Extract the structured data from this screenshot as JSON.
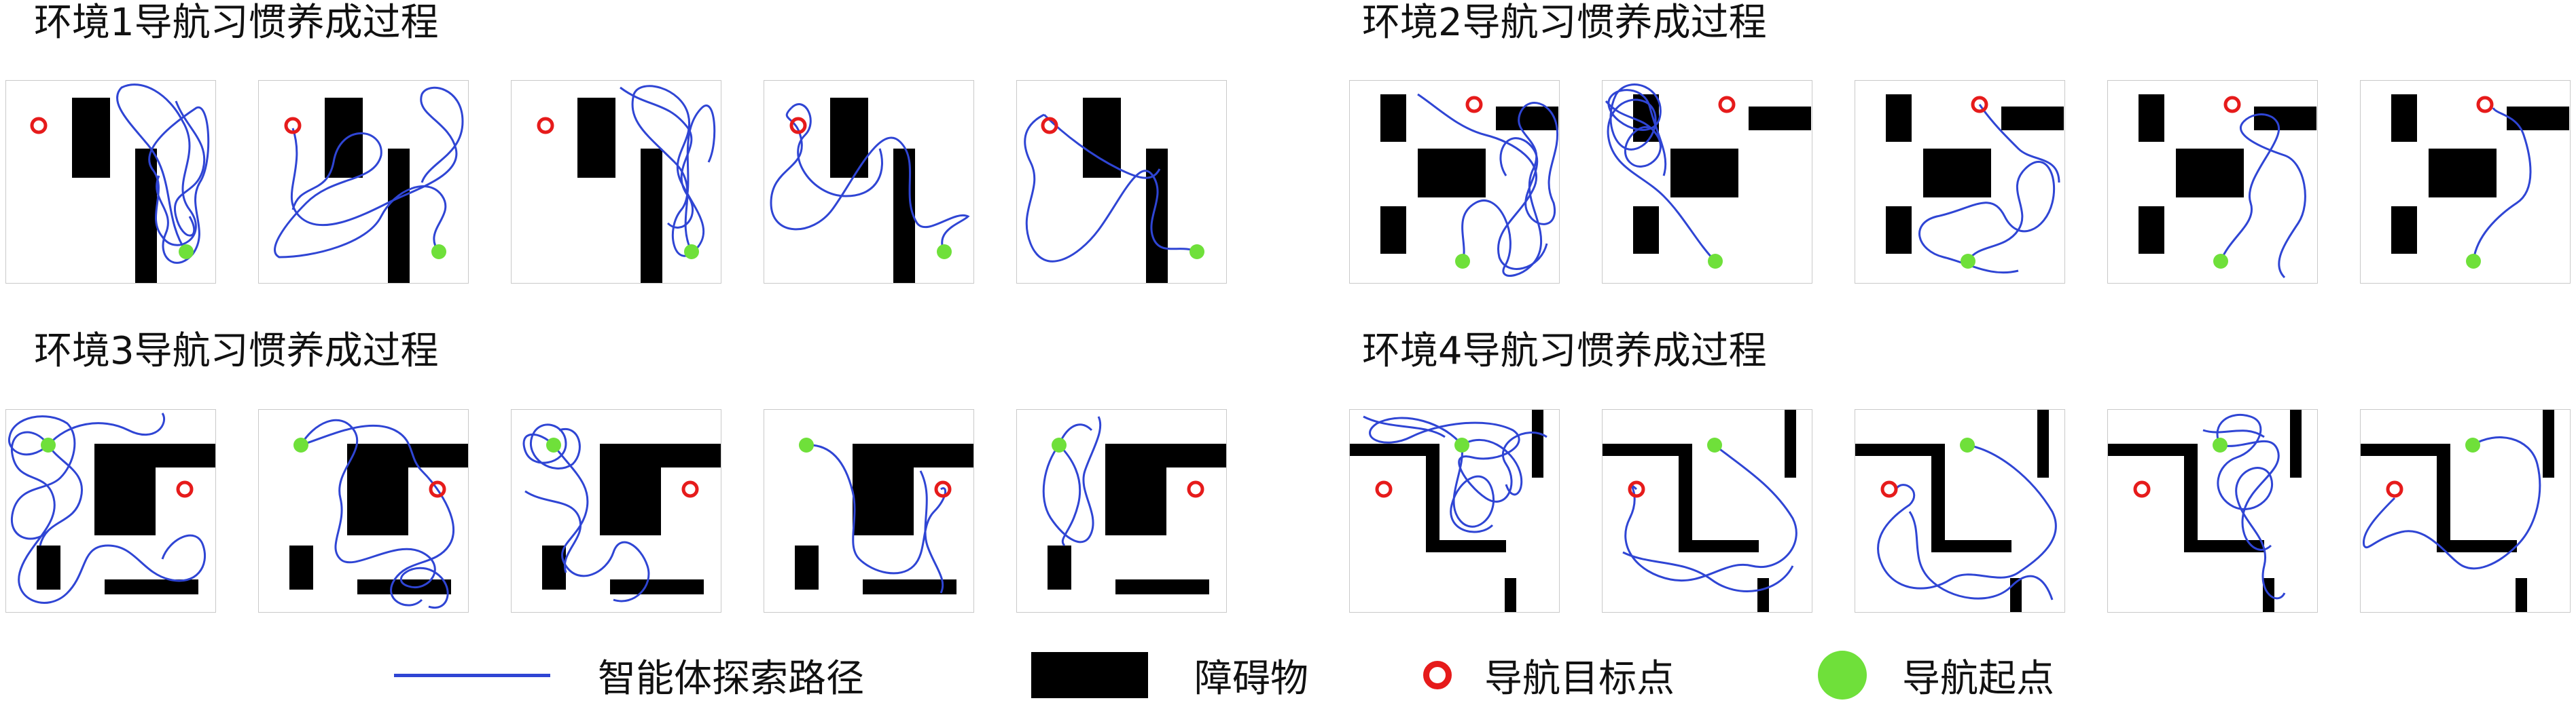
{
  "groups": [
    {
      "title": "环境1导航习惯养成过程"
    },
    {
      "title": "环境2导航习惯养成过程"
    },
    {
      "title": "环境3导航习惯养成过程"
    },
    {
      "title": "环境4导航习惯养成过程"
    }
  ],
  "legend": {
    "path_label": "智能体探索路径",
    "obstacle_label": "障碍物",
    "target_label": "导航目标点",
    "start_label": "导航起点"
  },
  "colors": {
    "path": "#2f45d4",
    "obstacle": "#000000",
    "target": "#e61b1b",
    "start": "#6fe03a"
  }
}
